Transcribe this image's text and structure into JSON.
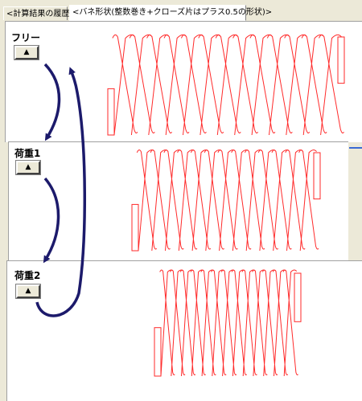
{
  "tabs": [
    {
      "label": "<計算結果の履歴>"
    },
    {
      "label": "<バネ形状(整数巻き+クローズ片はプラス0.5の形状)>"
    }
  ],
  "states": [
    {
      "label": "フリー",
      "button": "▲"
    },
    {
      "label": "荷重1",
      "button": "▲"
    },
    {
      "label": "荷重2",
      "button": "▲"
    }
  ],
  "colors": {
    "spring": "#ff2a2a",
    "arrow": "#1c1a6b",
    "accent": "#3a6ad4"
  },
  "icons": {
    "button": "triangle-up-icon"
  }
}
